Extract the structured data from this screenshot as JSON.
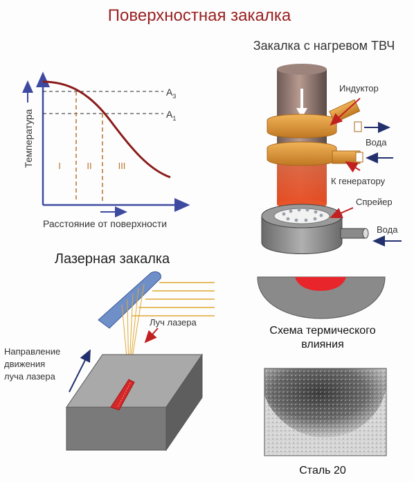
{
  "title": "Поверхностная закалка",
  "graph": {
    "ylabel": "Температура",
    "xlabel": "Расстояние от поверхности",
    "level_a3": "A",
    "level_a3_sub": "3",
    "level_a1": "A",
    "level_a1_sub": "1",
    "zones": [
      "I",
      "II",
      "III"
    ]
  },
  "tvch": {
    "title": "Закалка с нагревом ТВЧ",
    "inductor_label": "Индуктор",
    "water_label": "Вода",
    "generator_label": "К генератору",
    "sprayer_label": "Спрейер",
    "sprayer_water_label": "Вода",
    "scheme_label_line1": "Схема термического",
    "scheme_label_line2": "влияния",
    "micro_label": "Сталь 20"
  },
  "laser": {
    "title": "Лазерная закалка",
    "beam_label": "Луч лазера",
    "direction_line1": "Направление",
    "direction_line2": "движения",
    "direction_line3": "луча лазера"
  },
  "colors": {
    "title_red": "#9a2020",
    "curve": "#8b1a1a",
    "axis": "#3d4aa0",
    "dashed_orange": "#b8732a",
    "copper": "#d4902f",
    "arrow_red": "#c02020",
    "arrow_navy": "#22306e",
    "gray_metal": "#8a8a8a",
    "laser_blue": "#6f8fc8",
    "laser_gold": "#e0a830"
  }
}
